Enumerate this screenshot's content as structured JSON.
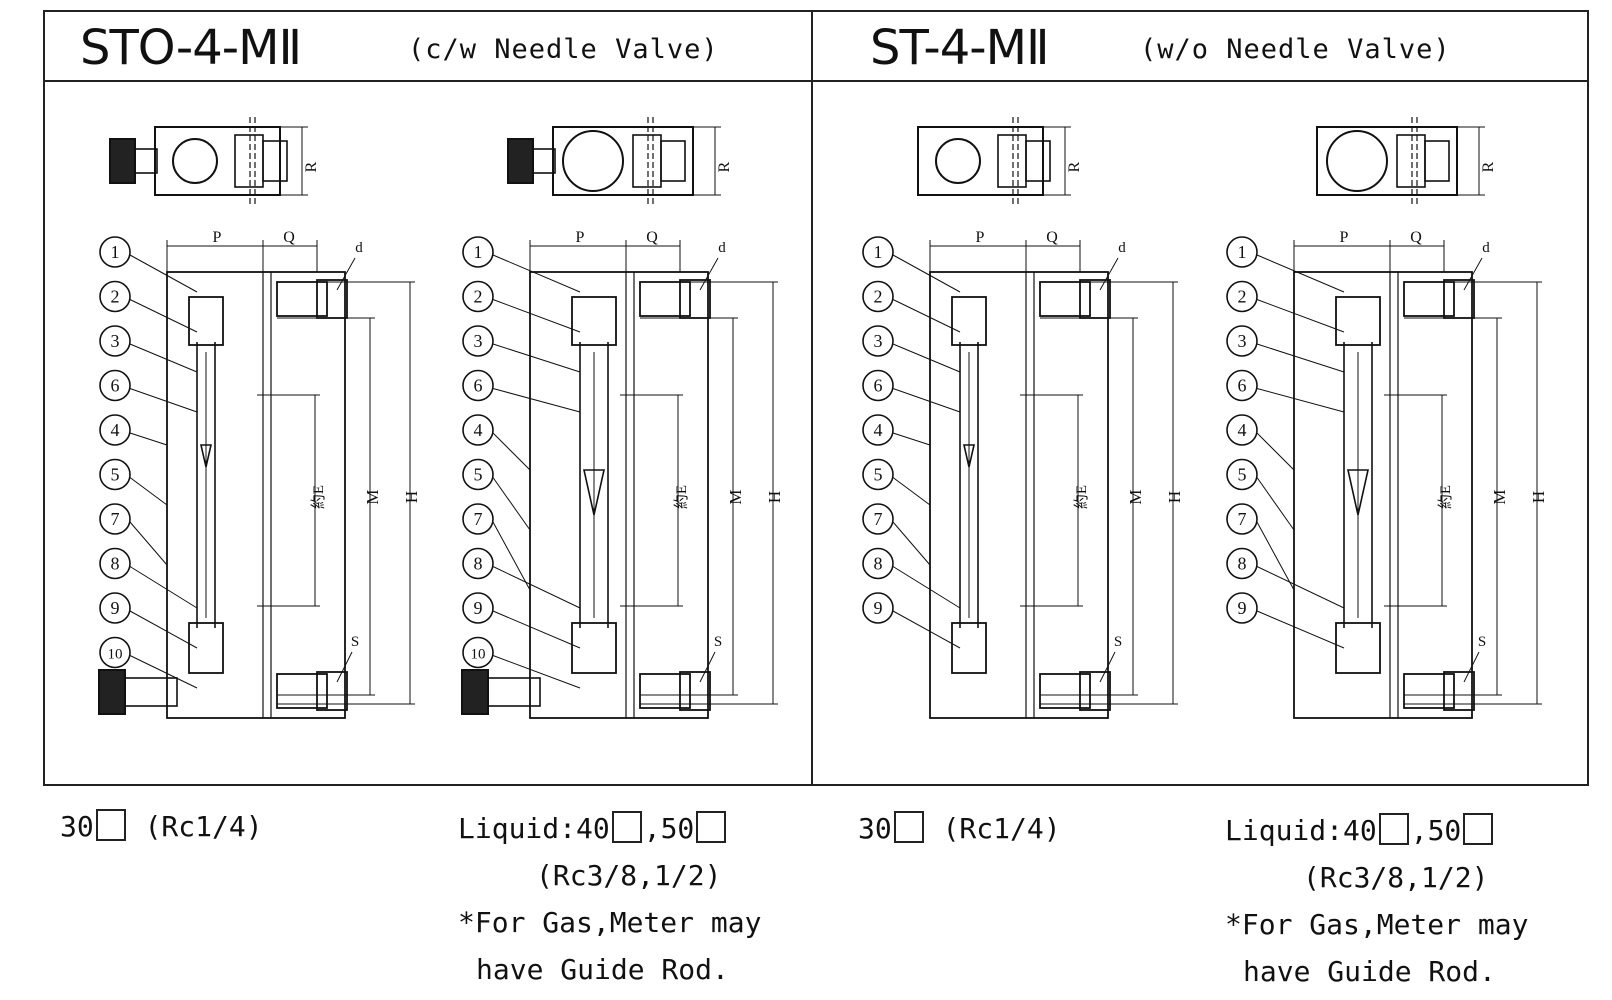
{
  "panels": [
    {
      "title": "STO-4-MⅡ",
      "subtitle": "(c/w Needle Valve)",
      "left_caption": {
        "size": "30",
        "thread": "(Rc1/4)"
      },
      "right_caption": {
        "prefix": "Liquid:40",
        "mid": ",50",
        "threads": "(Rc3/8,1/2)",
        "note1": "*For Gas,Meter may",
        "note2": "have Guide Rod."
      }
    },
    {
      "title": "ST-4-MⅡ",
      "subtitle": "(w/o Needle Valve)",
      "left_caption": {
        "size": "30",
        "thread": "(Rc1/4)"
      },
      "right_caption": {
        "prefix": "Liquid:40",
        "mid": ",50",
        "threads": "(Rc3/8,1/2)",
        "note1": "*For Gas,Meter may",
        "note2": "have Guide Rod."
      }
    }
  ],
  "dimension_labels": {
    "P": "P",
    "Q": "Q",
    "d": "d",
    "R": "R",
    "S": "S",
    "E": "約E",
    "M": "M",
    "H": "H"
  },
  "callouts": {
    "with_valve": [
      "1",
      "2",
      "3",
      "6",
      "4",
      "5",
      "7",
      "8",
      "9",
      "10"
    ],
    "without_valve": [
      "1",
      "2",
      "3",
      "6",
      "4",
      "5",
      "7",
      "8",
      "9"
    ]
  }
}
